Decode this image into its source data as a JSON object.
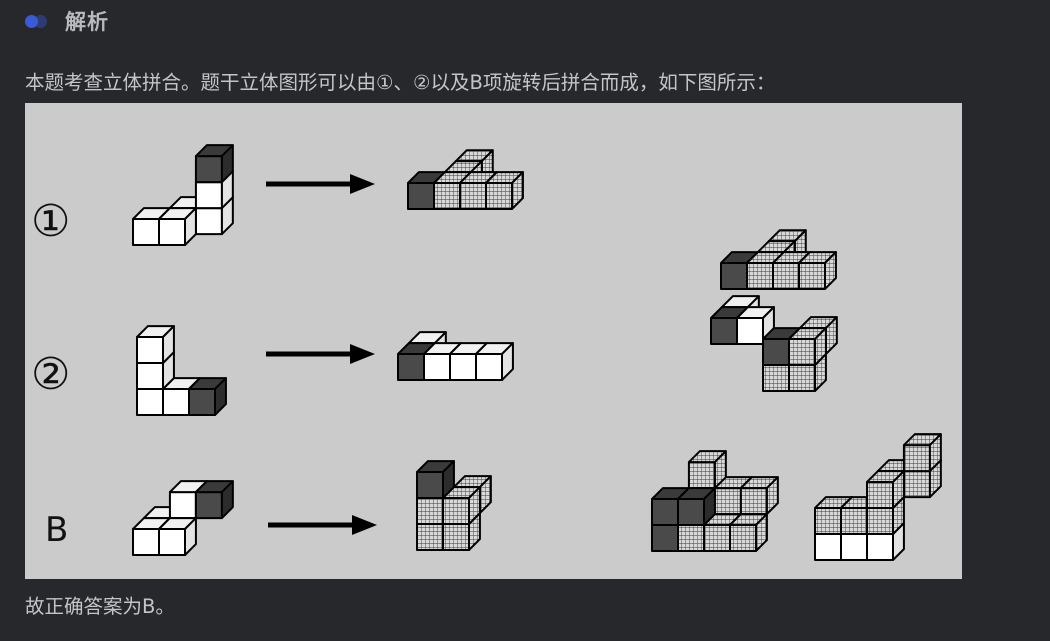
{
  "header": {
    "title": "解析",
    "icon": "toggle-dots-icon"
  },
  "paragraph": "本题考查立体拼合。题干立体图形可以由①、②以及B项旋转后拼合而成，如下图所示：",
  "figure": {
    "labels": [
      "①",
      "②",
      "B"
    ]
  },
  "conclusion": "故正确答案为B。",
  "colors": {
    "background": "#27282c",
    "figure_bg": "#cbcbcb",
    "dark_cube": "#4a4a4a",
    "accent_dot": "#3b5bd6"
  }
}
